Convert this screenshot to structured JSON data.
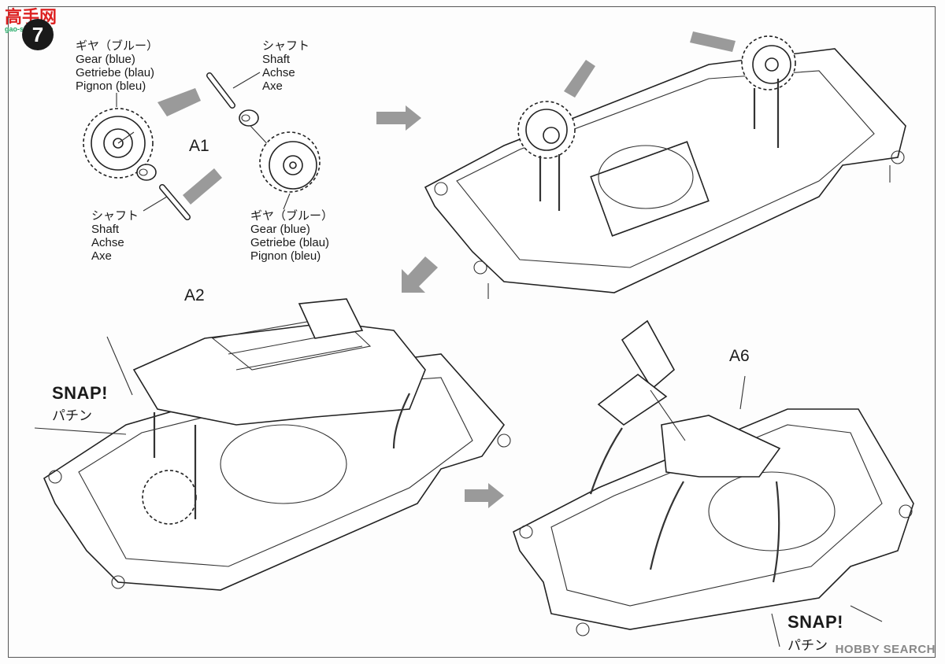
{
  "watermark_top": {
    "brand": "高手网",
    "url": "gao-shou.com"
  },
  "step": {
    "number": "7"
  },
  "top_left": {
    "gear_top": [
      "ギヤ（ブルー）",
      "Gear (blue)",
      "Getriebe (blau)",
      "Pignon (bleu)"
    ],
    "shaft_top": [
      "シャフト",
      "Shaft",
      "Achse",
      "Axe"
    ],
    "shaft_bottom": [
      "シャフト",
      "Shaft",
      "Achse",
      "Axe"
    ],
    "gear_bottom": [
      "ギヤ（ブルー）",
      "Gear (blue)",
      "Getriebe (blau)",
      "Pignon (bleu)"
    ],
    "part_a1": "A1"
  },
  "bottom_left": {
    "part_a2": "A2",
    "snap": "SNAP!",
    "snap_jp": "パチン"
  },
  "bottom_right": {
    "part_a6": "A6",
    "snap": "SNAP!",
    "snap_jp": "パチン"
  },
  "watermark_bottom": "HOBBY SEARCH",
  "colors": {
    "line": "#222222",
    "arrow_gray": "#9a9a9a",
    "watermark_red": "#dd2222"
  }
}
